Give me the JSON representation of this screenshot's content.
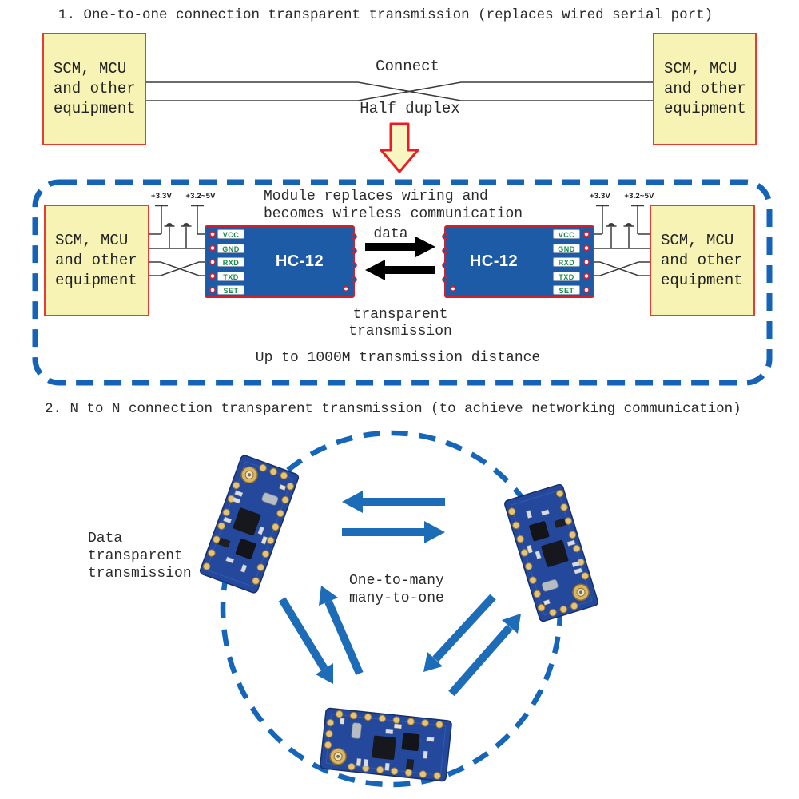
{
  "section_one": {
    "title": "1. One-to-one connection transparent transmission (replaces wired serial port)",
    "connect_label": "Connect",
    "half_duplex_label": "Half duplex",
    "equipment_box": "SCM, MCU\nand other\nequipment"
  },
  "wireless_panel": {
    "caption": "Module replaces wiring and\nbecomes wireless communication",
    "data_label": "data",
    "transparent_label": "transparent\ntransmission",
    "distance_label": "Up to 1000M transmission distance",
    "power_rail_33": "+3.3V",
    "power_rail_32_5": "+3.2~5V",
    "module_name": "HC-12",
    "pins": [
      "VCC",
      "GND",
      "RXD",
      "TXD",
      "SET"
    ]
  },
  "section_two": {
    "title": "2. N to N connection transparent transmission (to achieve networking communication)",
    "data_transparent_label": "Data\ntransparent\ntransmission",
    "one_to_many_label": "One-to-many\nmany-to-one"
  },
  "colors": {
    "accent_blue": "#1565b8",
    "arrow_blue": "#1d6cb8",
    "module_blue": "#1e5ba7",
    "box_yellow": "#f6f3b4",
    "border_red": "#e73a30",
    "module_border_red": "#cf2030",
    "pin_text_green": "#168c48",
    "wire_gray": "#3c3c3c",
    "arrow_black": "#000000",
    "down_arrow_fill": "#f8f6c2",
    "down_arrow_stroke": "#ed1c24",
    "pcb_photo_blue": "#24489c",
    "pcb_pad_gold": "#e6c377"
  }
}
